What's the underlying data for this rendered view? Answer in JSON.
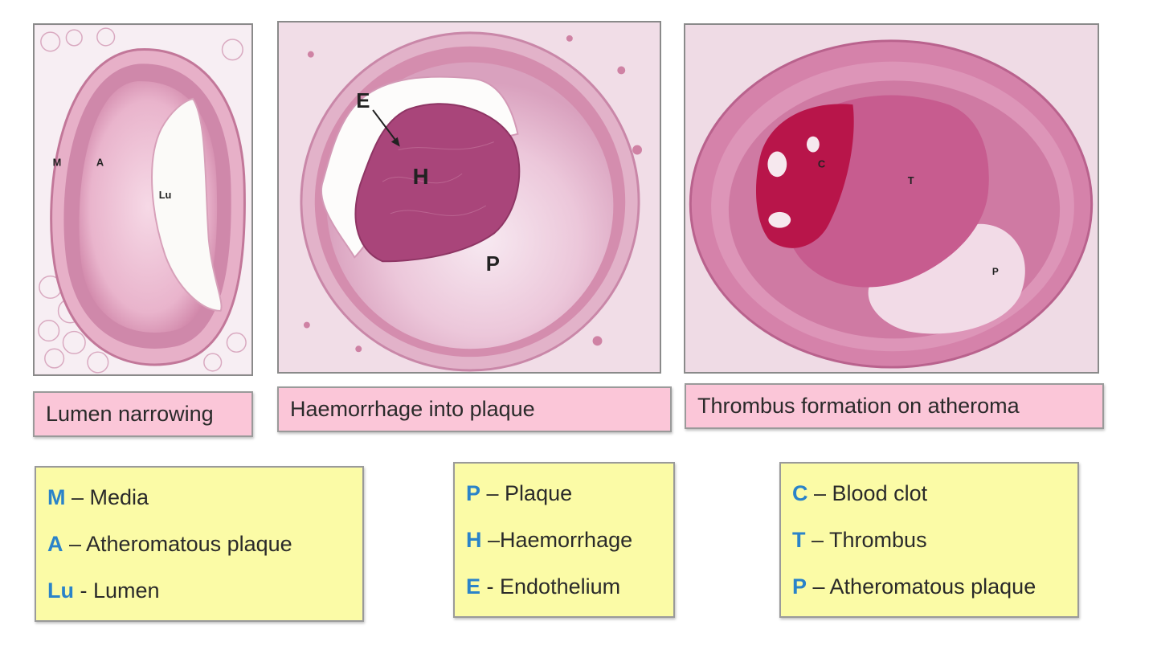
{
  "panels": [
    {
      "caption": "Lumen narrowing",
      "image_labels": {
        "media": "M",
        "plaque": "A",
        "lumen": "Lu"
      },
      "legend": [
        {
          "code": "M",
          "sep": " – ",
          "text": "Media"
        },
        {
          "code": "A",
          "sep": " – ",
          "text": "Atheromatous plaque"
        },
        {
          "code": "Lu",
          "sep": " - ",
          "text": "Lumen"
        }
      ]
    },
    {
      "caption": "Haemorrhage into plaque",
      "image_labels": {
        "endothelium": "E",
        "haemorrhage": "H",
        "plaque": "P"
      },
      "legend": [
        {
          "code": "P",
          "sep": " – ",
          "text": "Plaque"
        },
        {
          "code": "H",
          "sep": " –",
          "text": "Haemorrhage"
        },
        {
          "code": "E",
          "sep": " - ",
          "text": "Endothelium"
        }
      ]
    },
    {
      "caption": "Thrombus formation on atheroma",
      "image_labels": {
        "clot": "C",
        "thrombus": "T",
        "plaque": "P"
      },
      "legend": [
        {
          "code": "C",
          "sep": " – ",
          "text": "Blood clot"
        },
        {
          "code": "T",
          "sep": " – ",
          "text": "Thrombus"
        },
        {
          "code": "P",
          "sep": " – ",
          "text": "Atheromatous plaque"
        }
      ]
    }
  ],
  "colors": {
    "caption_bg": "#fbc6d8",
    "legend_bg": "#fbfba6",
    "legend_code": "#2a83c9"
  }
}
